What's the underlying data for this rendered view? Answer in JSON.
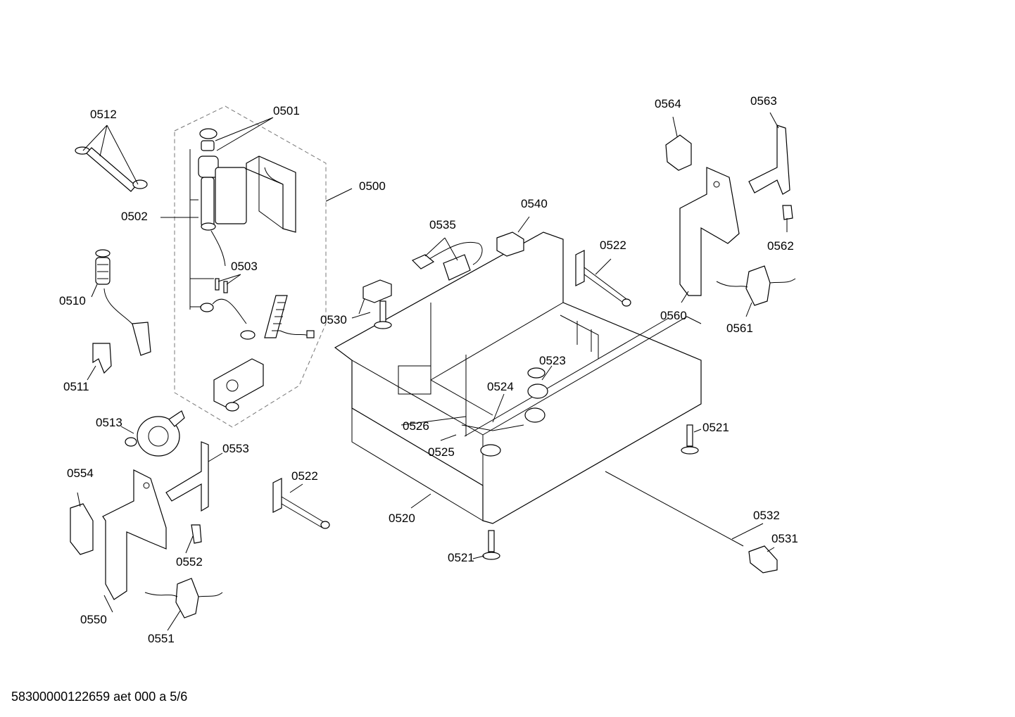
{
  "diagram": {
    "labels": {
      "p0500": "0500",
      "p0501": "0501",
      "p0502": "0502",
      "p0503": "0503",
      "p0510": "0510",
      "p0511": "0511",
      "p0512": "0512",
      "p0513": "0513",
      "p0520": "0520",
      "p0521a": "0521",
      "p0521b": "0521",
      "p0522a": "0522",
      "p0522b": "0522",
      "p0523": "0523",
      "p0524": "0524",
      "p0525": "0525",
      "p0526": "0526",
      "p0530": "0530",
      "p0531": "0531",
      "p0532": "0532",
      "p0535": "0535",
      "p0540": "0540",
      "p0550": "0550",
      "p0551": "0551",
      "p0552": "0552",
      "p0553": "0553",
      "p0554": "0554",
      "p0560": "0560",
      "p0561": "0561",
      "p0562": "0562",
      "p0563": "0563",
      "p0564": "0564"
    }
  },
  "footer": {
    "code": "58300000122659 aet 000 a 5/6"
  }
}
